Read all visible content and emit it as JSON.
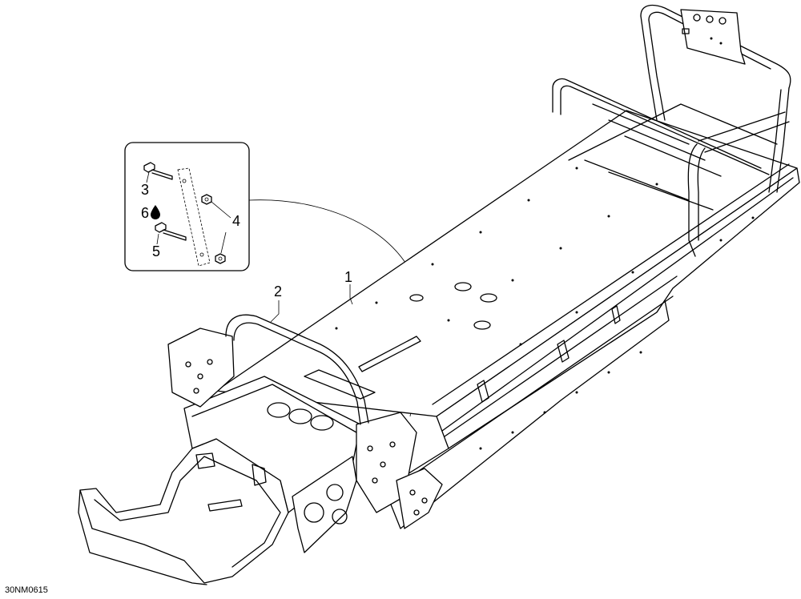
{
  "callouts": [
    {
      "label": "1"
    },
    {
      "label": "2"
    },
    {
      "label": "3"
    },
    {
      "label": "4"
    },
    {
      "label": "5"
    },
    {
      "label": "6"
    }
  ],
  "reference_code": "30NM0615",
  "icons": {
    "callout_6": "liquid-drop-icon"
  }
}
